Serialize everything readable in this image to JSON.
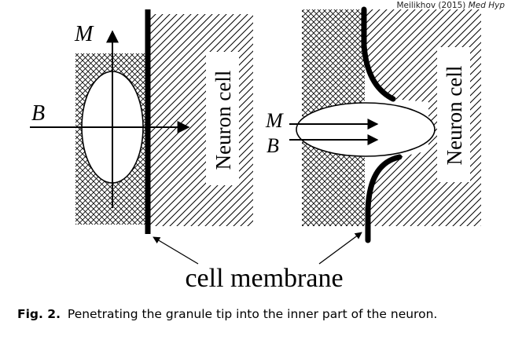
{
  "credit": {
    "authors_year": "Meilikhov (2015)",
    "journal": "Med Hyp"
  },
  "diagram": {
    "left_panel": {
      "vector_vertical_label": "M",
      "vector_horizontal_label": "B",
      "cell_label": "Neuron cell"
    },
    "right_panel": {
      "upper_arrow_label": "M",
      "lower_arrow_label": "B",
      "cell_label": "Neuron cell"
    },
    "membrane_label": "cell membrane"
  },
  "caption": {
    "figure_number": "Fig. 2.",
    "text": "Penetrating the granule tip into the inner part of the neuron."
  }
}
